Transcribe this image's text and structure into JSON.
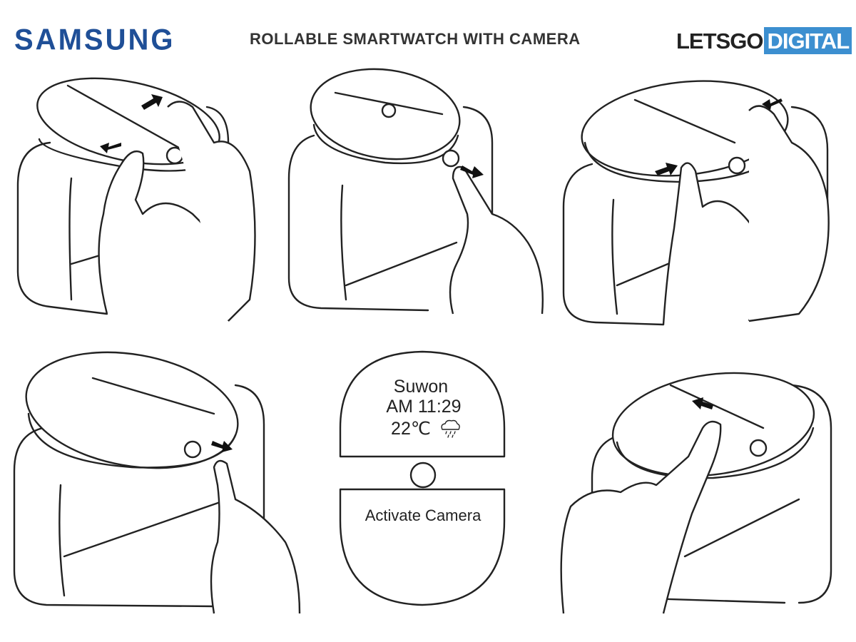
{
  "header": {
    "brand": "SAMSUNG",
    "title": "ROLLABLE SMARTWATCH WITH CAMERA",
    "source_logo_dark": "LETSGO",
    "source_logo_highlight": "DIGITAL"
  },
  "screen": {
    "city": "Suwon",
    "time": "AM 11:29",
    "temperature": "22℃",
    "weather_icon": "rain-cloud-icon",
    "camera_button": "Activate Camera"
  },
  "colors": {
    "brand_blue": "#1f4f97",
    "logo_blue": "#3c8fd0"
  }
}
